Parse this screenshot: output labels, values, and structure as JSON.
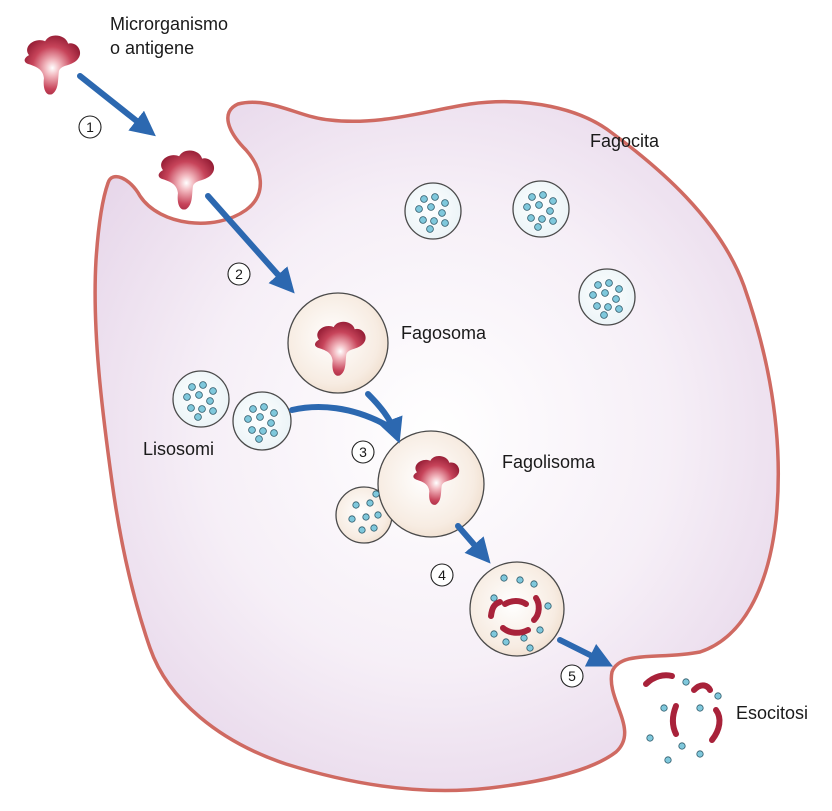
{
  "labels": {
    "microorganism_line1": "Microrganismo",
    "microorganism_line2": "o antigene",
    "phagocyte": "Fagocita",
    "phagosome": "Fagosoma",
    "lysosomes": "Lisosomi",
    "phagolysosome": "Fagolisoma",
    "exocytosis": "Esocitosi"
  },
  "steps": [
    "1",
    "2",
    "3",
    "4",
    "5"
  ],
  "colors": {
    "cell_fill": "#efe3f0",
    "cell_border": "#cf6a62",
    "arrow": "#2c68b0",
    "microbe": "#b1283f",
    "dot": "#7fc8dc",
    "vesicle_fill": "#f3e6d6"
  }
}
